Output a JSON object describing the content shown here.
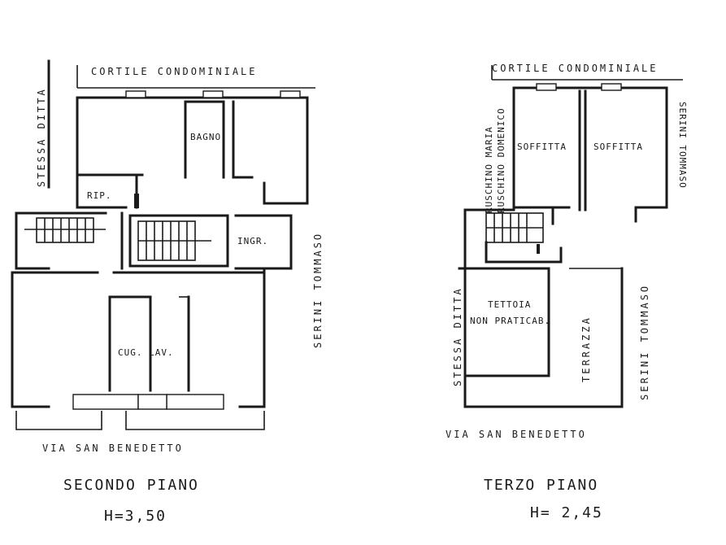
{
  "second_floor": {
    "courtyard_label": "CORTILE CONDOMINIALE",
    "left_neighbor": "STESSA DITTA",
    "right_neighbor": "SERINI TOMMASO",
    "street": "VIA SAN BENEDETTO",
    "rooms": {
      "bath": "BAGNO",
      "storage": "RIP.",
      "entrance": "INGR.",
      "kitchen_laundry": "CUG. LAV."
    },
    "title": "SECONDO PIANO",
    "height": "H=3,50"
  },
  "third_floor": {
    "courtyard_label": "CORTILE CONDOMINIALE",
    "left_neighbor_top_1": "RUSCHINO MARIA",
    "left_neighbor_top_2": "RUSCHINO DOMENICO",
    "left_neighbor_bottom": "STESSA DITTA",
    "right_neighbor_top": "SERINI TOMMASO",
    "right_neighbor_bottom": "SERINI TOMMASO",
    "street": "VIA SAN BENEDETTO",
    "rooms": {
      "attic_1": "SOFFITTA",
      "attic_2": "SOFFITTA",
      "canopy_1": "TETTOIA",
      "canopy_2": "NON PRATICAB.",
      "terrace": "TERRAZZA"
    },
    "title": "TERZO PIANO",
    "height": "H= 2,45"
  }
}
